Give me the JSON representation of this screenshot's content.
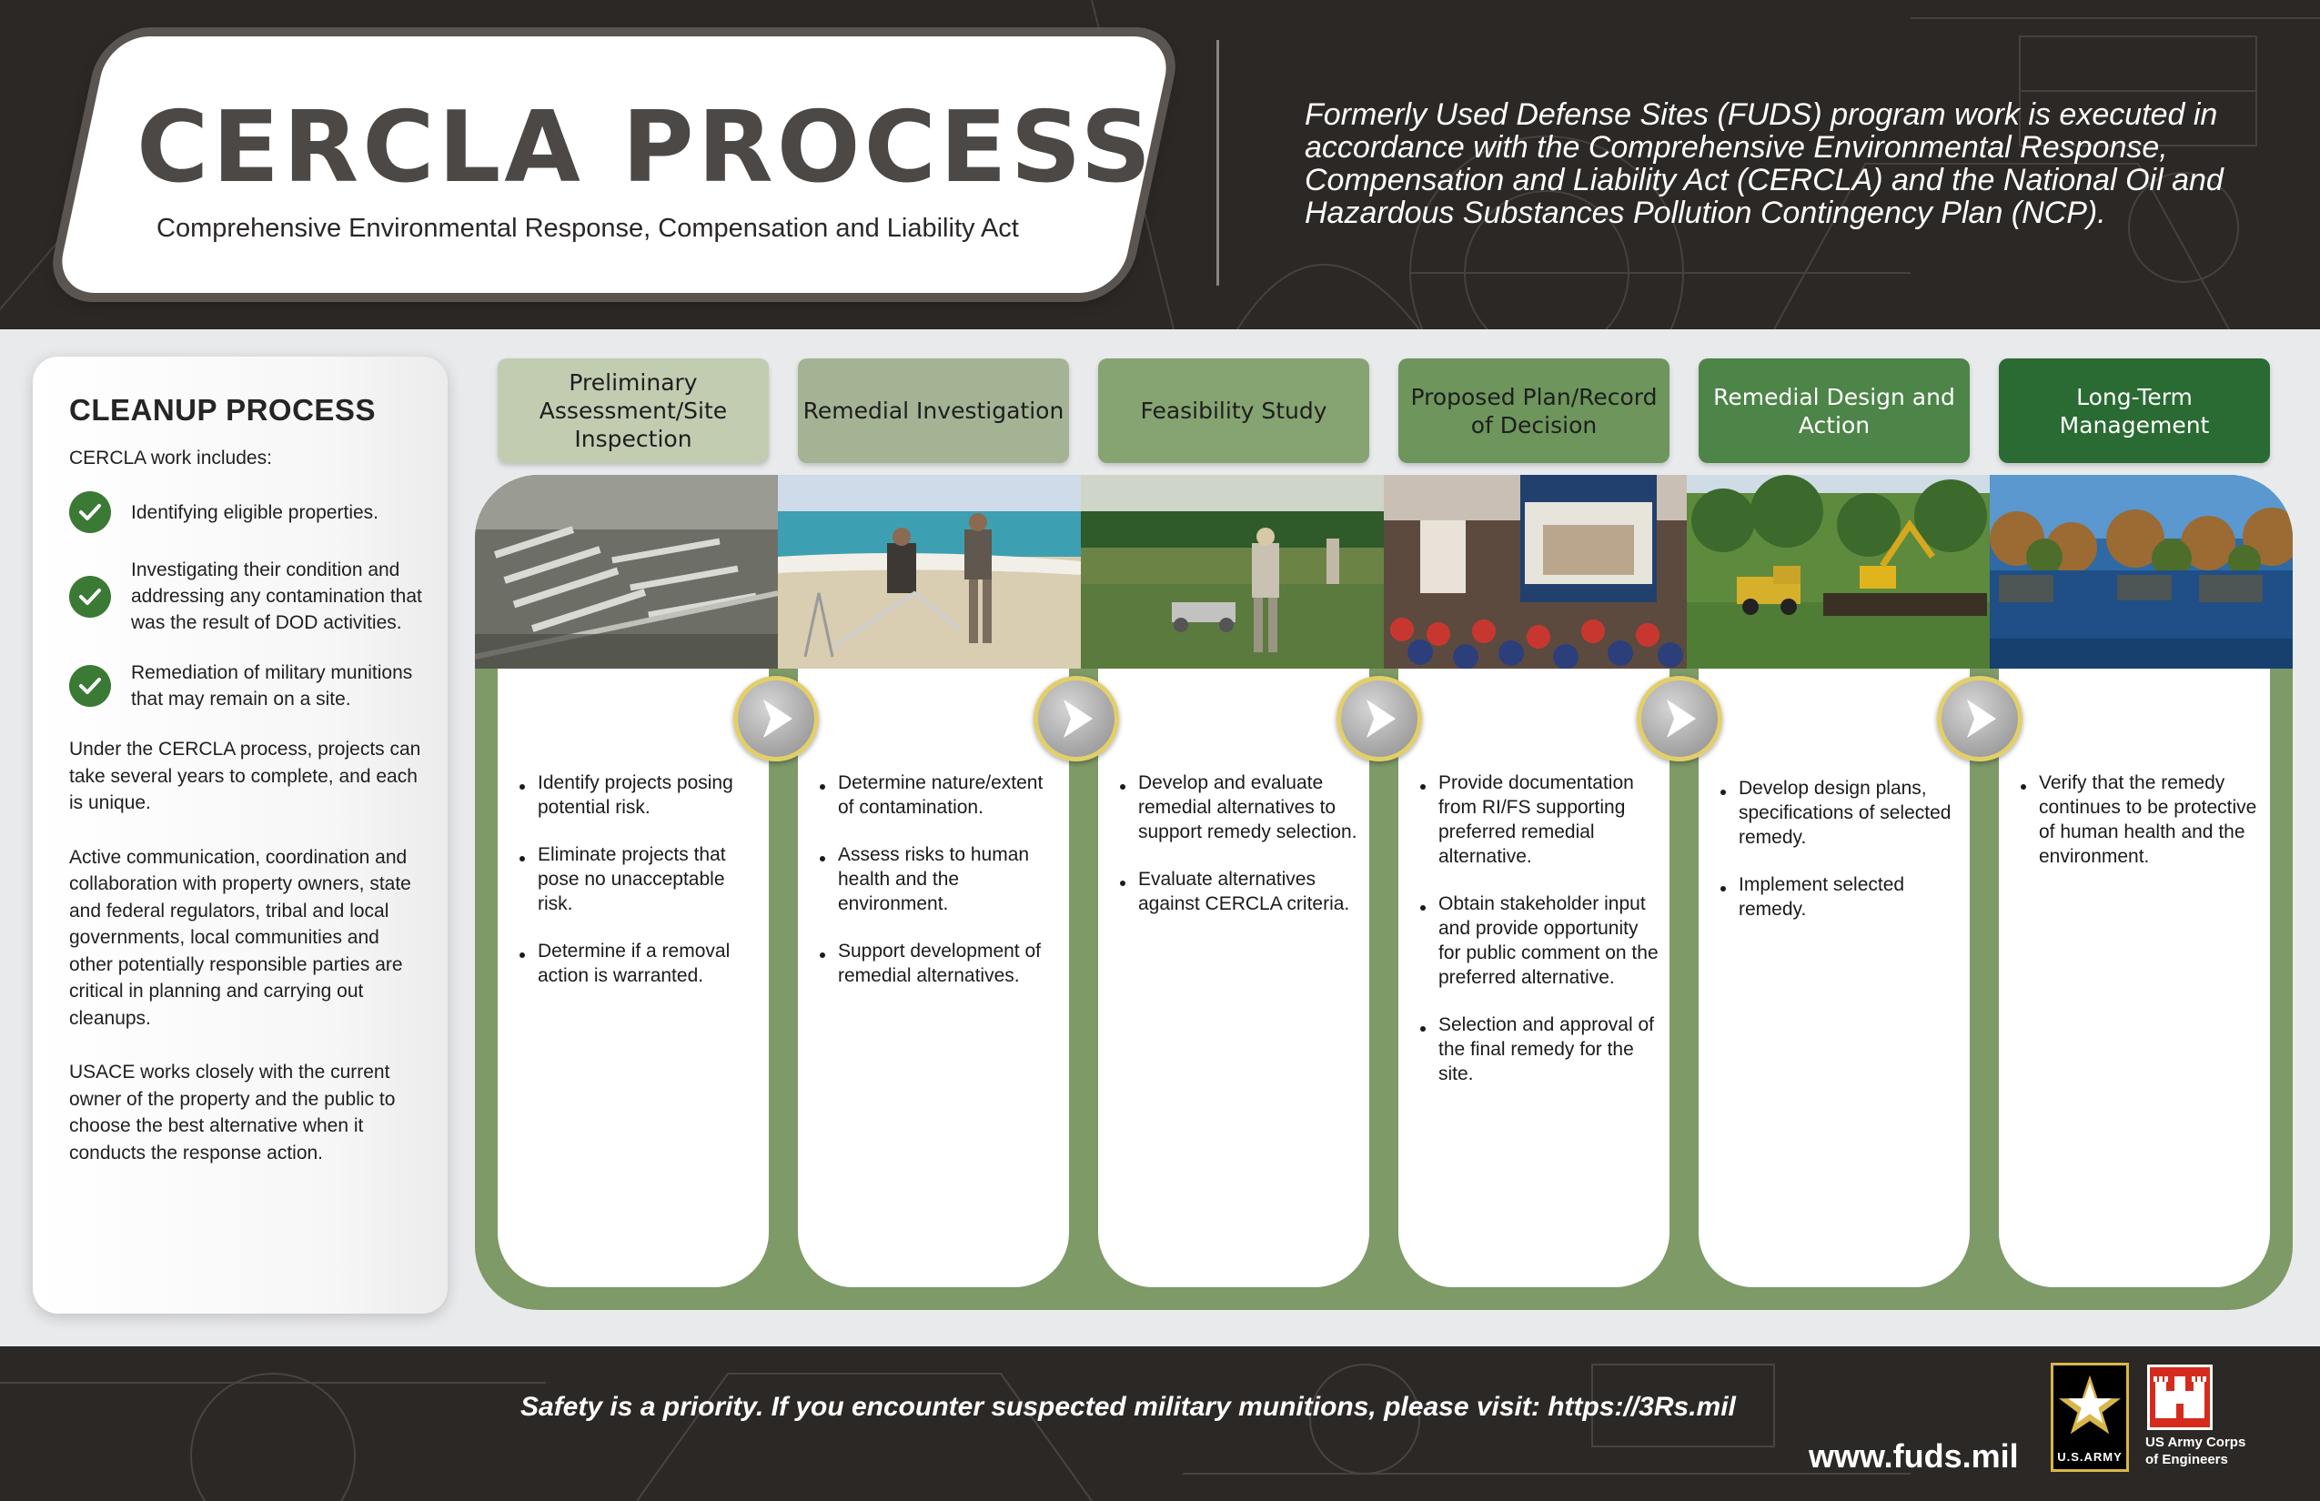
{
  "header": {
    "title": "CERCLA PROCESS",
    "subtitle": "Comprehensive Environmental Response, Compensation and Liability Act",
    "statement": "Formerly Used Defense Sites (FUDS) program work is executed in accordance with the Comprehensive Environmental Response, Compensation and Liability Act (CERCLA) and the National Oil and Hazardous Substances Pollution Contingency Plan (NCP)."
  },
  "cleanup": {
    "title": "CLEANUP PROCESS",
    "intro": "CERCLA work includes:",
    "checklist": [
      "Identifying eligible properties.",
      "Investigating their condition and addressing any contamination that was the result of DOD activities.",
      "Remediation of military munitions that may remain on a site."
    ],
    "paragraphs": [
      "Under the CERCLA process, projects can take several years to complete, and each is unique.",
      "Active communication, coordination and collaboration with property owners, state and federal regulators, tribal and local governments, local communities and other potentially responsible parties are critical in planning and carrying out cleanups.",
      "USACE works closely with the current owner of the property and the public to choose the best alternative when it conducts the response action."
    ]
  },
  "steps": [
    {
      "title": "Preliminary Assessment/Site Inspection",
      "color": "#c2ccb1",
      "text_color": "#1e1e1e",
      "bullets": [
        "Identify projects posing potential risk.",
        "Eliminate projects that pose no unacceptable risk.",
        "Determine if a removal action is warranted."
      ]
    },
    {
      "title": "Remedial Investigation",
      "color": "#a3b394",
      "text_color": "#1e1e1e",
      "bullets": [
        "Determine nature/extent of contamination.",
        "Assess risks to human health and the environment.",
        "Support development of remedial alternatives."
      ]
    },
    {
      "title": "Feasibility Study",
      "color": "#86a472",
      "text_color": "#1e1e1e",
      "bullets": [
        "Develop and evaluate remedial alternatives to support remedy selection.",
        "Evaluate alternatives against CERCLA criteria."
      ]
    },
    {
      "title": "Proposed Plan/Record of Decision",
      "color": "#6d955c",
      "text_color": "#1e1e1e",
      "bullets": [
        "Provide documentation from RI/FS supporting preferred remedial alternative.",
        "Obtain stakeholder input and provide opportunity for public comment on the preferred alternative.",
        "Selection and approval of the final remedy for the site."
      ]
    },
    {
      "title": "Remedial Design and Action",
      "color": "#4d8448",
      "text_color": "#ffffff",
      "bullets": [
        "Develop design plans, specifications of selected remedy.",
        "Implement selected remedy."
      ]
    },
    {
      "title": "Long-Term Management",
      "color": "#2a6b33",
      "text_color": "#ffffff",
      "bullets": [
        "Verify that the remedy continues to be protective of human health and the environment."
      ]
    }
  ],
  "footer": {
    "safety": "Safety is a priority. If you encounter suspected military munitions, please visit: https://3Rs.mil",
    "website": "www.fuds.mil",
    "army_label": "U.S.ARMY",
    "usace_line1": "US Army Corps",
    "usace_line2": "of Engineers"
  }
}
